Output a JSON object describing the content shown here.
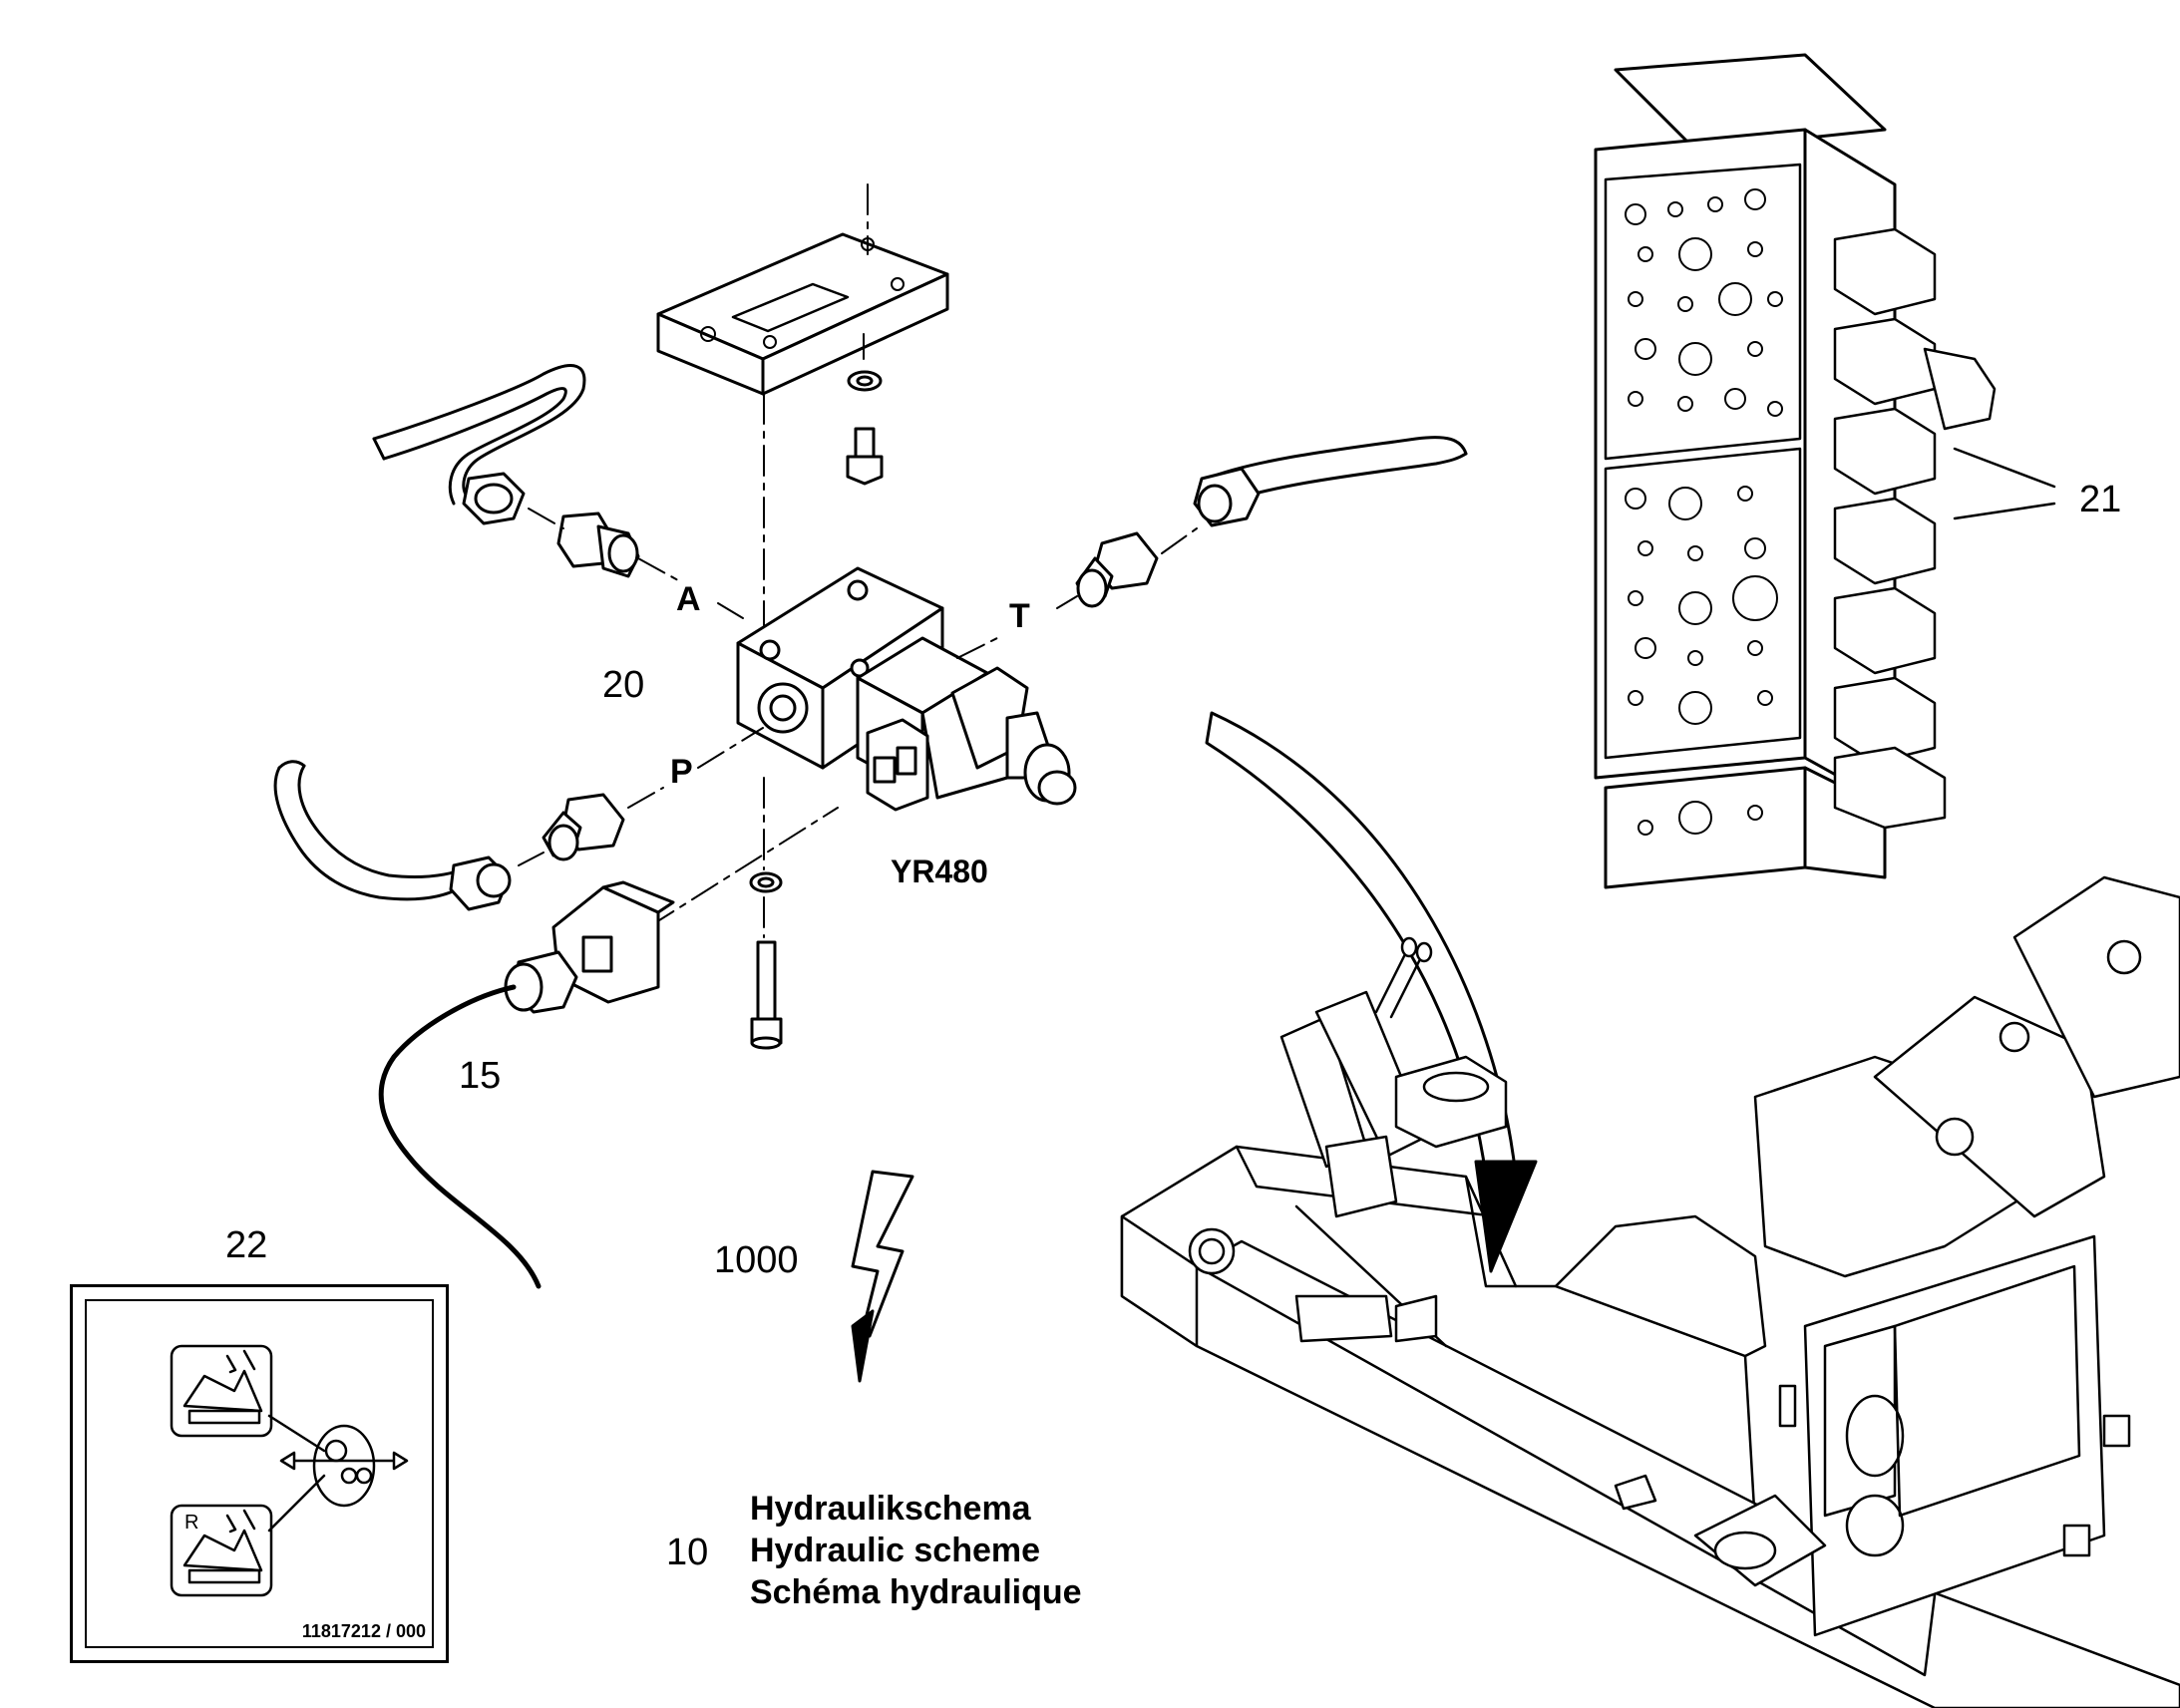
{
  "callouts": {
    "item_20": "20",
    "item_21": "21",
    "item_15": "15",
    "item_22": "22",
    "item_1000": "1000",
    "item_10": "10"
  },
  "ports": {
    "a": "A",
    "t": "T",
    "p": "P"
  },
  "valve_designation": "YR480",
  "scheme_titles": [
    "Hydraulikschema",
    "Hydraulic scheme",
    "Schéma hydraulique"
  ],
  "label_plate": {
    "code": "11817212 / 000",
    "icon_top_letter": "",
    "icon_bottom_letter": "R"
  },
  "colors": {
    "line": "#000000",
    "background": "#ffffff",
    "fill": "#ffffff",
    "shade": "#eaeaea"
  }
}
